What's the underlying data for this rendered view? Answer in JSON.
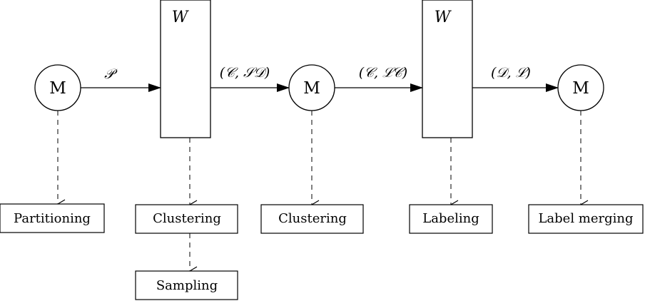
{
  "diagram": {
    "master_label": "M",
    "worker_label": "W",
    "edges": [
      {
        "label": "𝒫"
      },
      {
        "label": "(𝒞, 𝒮𝒟)"
      },
      {
        "label": "(𝒞, ℒ𝒞)"
      },
      {
        "label": "(𝒟, ℒ)"
      }
    ],
    "tasks": [
      "Partitioning",
      "Clustering",
      "Sampling",
      "Clustering",
      "Labeling",
      "Label merging"
    ]
  }
}
